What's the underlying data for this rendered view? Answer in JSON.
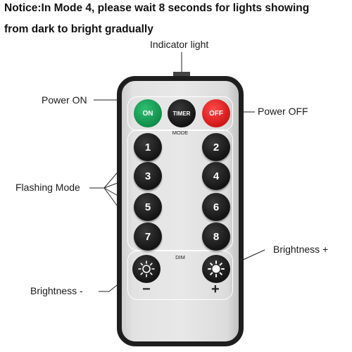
{
  "notice": {
    "line1": "Notice:In Mode 4, please wait 8 seconds for lights showing",
    "line2": "from dark to bright gradually"
  },
  "callouts": {
    "indicator_light": "Indicator light",
    "power_on": "Power ON",
    "power_off": "Power OFF",
    "flashing_mode": "Flashing Mode",
    "brightness_plus": "Brightness +",
    "brightness_minus": "Brightness -"
  },
  "remote": {
    "on_label": "ON",
    "timer_label": "TIMER",
    "off_label": "OFF",
    "mode_label": "MODE",
    "dim_label": "DIM",
    "minus_sign": "−",
    "plus_sign": "+",
    "mode_buttons": [
      "1",
      "2",
      "3",
      "4",
      "5",
      "6",
      "7",
      "8"
    ]
  },
  "colors": {
    "on_green": "#1aa35a",
    "off_red": "#e21b1b",
    "button_black": "#1a1a1a",
    "remote_border": "#1e1e1e",
    "remote_body": "#e4e4e4"
  },
  "icons": {
    "brightness_down": "sun-outline-icon",
    "brightness_up": "sun-filled-icon"
  }
}
